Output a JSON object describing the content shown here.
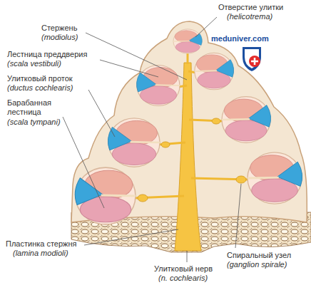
{
  "diagram": {
    "labels": [
      "Отверстие улитки",
      "(helicotrema)",
      "Стержень",
      "(modiolus)",
      "Лестница преддверия",
      "(scala vestibuli)",
      "Улитковый проток",
      "(ductus cochlearis)",
      "Барабанная лестница",
      "(scala tympani)",
      "Пластинка стержня",
      "(lamina modioli)",
      "Улитковый нерв",
      "(n. cochlearis)",
      "Спиральный узел",
      "(ganglion spirale)",
      "meduniver.com"
    ]
  }
}
